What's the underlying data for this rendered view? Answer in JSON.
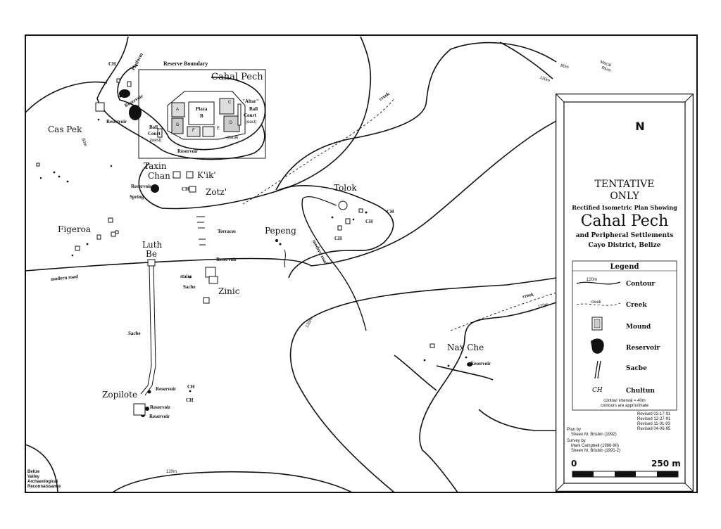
{
  "map": {
    "sites": {
      "cahal_pech": "Cahal Pech",
      "cas_pek": "Cas Pek",
      "taxin_chan": [
        "Taxin",
        "Chan"
      ],
      "kik": "K'ik'",
      "zotz": "Zotz'",
      "tolok": "Tolok",
      "figeroa": "Figeroa",
      "pepeng": "Pepeng",
      "luth_be": [
        "Luth",
        "Be"
      ],
      "zinic": "Zinic",
      "nax_che": "Nax Che",
      "zopilote": "Zopilote"
    },
    "features": {
      "reserve_boundary": "Reserve Boundary",
      "platform": "Platform",
      "reservoir": "Reservoir",
      "spring": "Spring",
      "terraces": "Terraces",
      "stairs": "stairs",
      "sacbe": "Sacbe",
      "modern_road": "modern road",
      "creek": "creek",
      "ball_court": [
        "Ball",
        "Court",
        "(west)"
      ],
      "ball_court_east": [
        "Ball",
        "Court",
        "(east)"
      ],
      "altar": "\"Altar\"",
      "statue": "statue",
      "plaza_b": [
        "Plaza",
        "B"
      ],
      "structure_letters": [
        "A",
        "B",
        "C",
        "D",
        "E",
        "F",
        "G"
      ],
      "ch": "CH",
      "contour_120": "120m",
      "contour_80": "80m",
      "river": [
        "Macal",
        "River"
      ]
    },
    "credit": [
      "Belize",
      "Valley",
      "Archaeological",
      "Reconnaissance"
    ]
  },
  "panel": {
    "north": "N",
    "title_lines": [
      "TENTATIVE",
      "ONLY"
    ],
    "subtitle": "Rectified Isometric Plan Showing",
    "main_title": "Cahal Pech",
    "sub2": "and Peripheral Settlements",
    "sub3": "Cayo District, Belize",
    "legend_title": "Legend",
    "legend": [
      {
        "sample": "120m",
        "label": "Contour"
      },
      {
        "sample": "creek",
        "label": "Creek"
      },
      {
        "sample": "",
        "label": "Mound"
      },
      {
        "sample": "",
        "label": "Reservoir"
      },
      {
        "sample": "",
        "label": "Sacbe"
      },
      {
        "sample": "CH",
        "label": "Chultun"
      }
    ],
    "contour_note": [
      "contour interval = 40m",
      "contours are approximate"
    ],
    "revisions": [
      "Revised 02-17-91",
      "Revised 12-27-91",
      "Revised 11-01-93",
      "Revised 04-06-95"
    ],
    "plan_by": [
      "Plan by",
      "Sheen M. Brisbin (1992)"
    ],
    "survey_by": [
      "Survey by",
      "Mark Campbell (1988-90)",
      "Sheen M. Brisbin (1991-2)"
    ],
    "scale": {
      "start": "0",
      "end": "250 m"
    }
  }
}
